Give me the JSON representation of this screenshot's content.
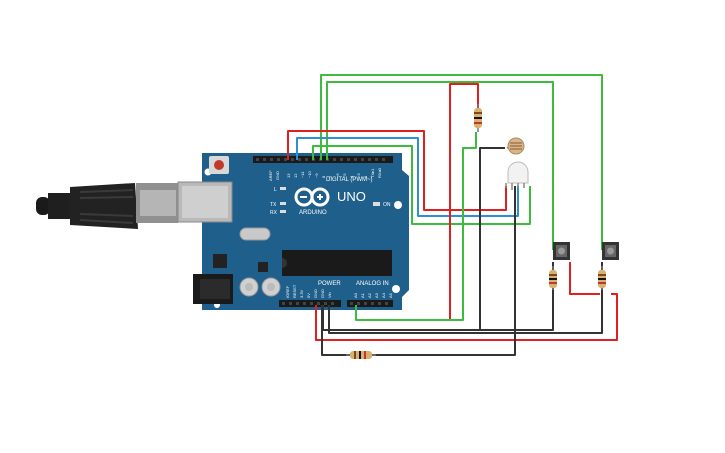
{
  "board": {
    "model": "UNO",
    "brand": "ARDUINO",
    "header_digital": "DIGITAL (PWM~)",
    "header_power": "POWER",
    "header_analog": "ANALOG IN",
    "label_on": "ON",
    "label_l": "L",
    "label_tx": "TX",
    "label_rx": "RX",
    "aref": "AREF",
    "gnd": "GND",
    "digital_pins": [
      "13",
      "12",
      "~11",
      "~10",
      "~9",
      "8",
      "7",
      "~6",
      "~5",
      "4",
      "~3",
      "2",
      "TX▸1",
      "RX◂0"
    ],
    "power_pins": [
      "IOREF",
      "RESET",
      "3.3V",
      "5V",
      "GND",
      "GND",
      "Vin"
    ],
    "analog_pins": [
      "A0",
      "A1",
      "A2",
      "A3",
      "A4",
      "A5"
    ]
  },
  "colors": {
    "board": "#1f5f8b",
    "board_dark": "#174a6e",
    "wire_red": "#e02020",
    "wire_green": "#3dbb3d",
    "wire_blue": "#2f8fd6",
    "wire_black": "#333333",
    "resistor_body": "#d9b070"
  },
  "icons": {
    "usb_cable": "usb-cable-icon",
    "dc_jack": "power-jack-icon",
    "led": "rgb-led-icon",
    "ldr": "photoresistor-icon",
    "button": "pushbutton-icon",
    "resistor": "resistor-icon"
  }
}
